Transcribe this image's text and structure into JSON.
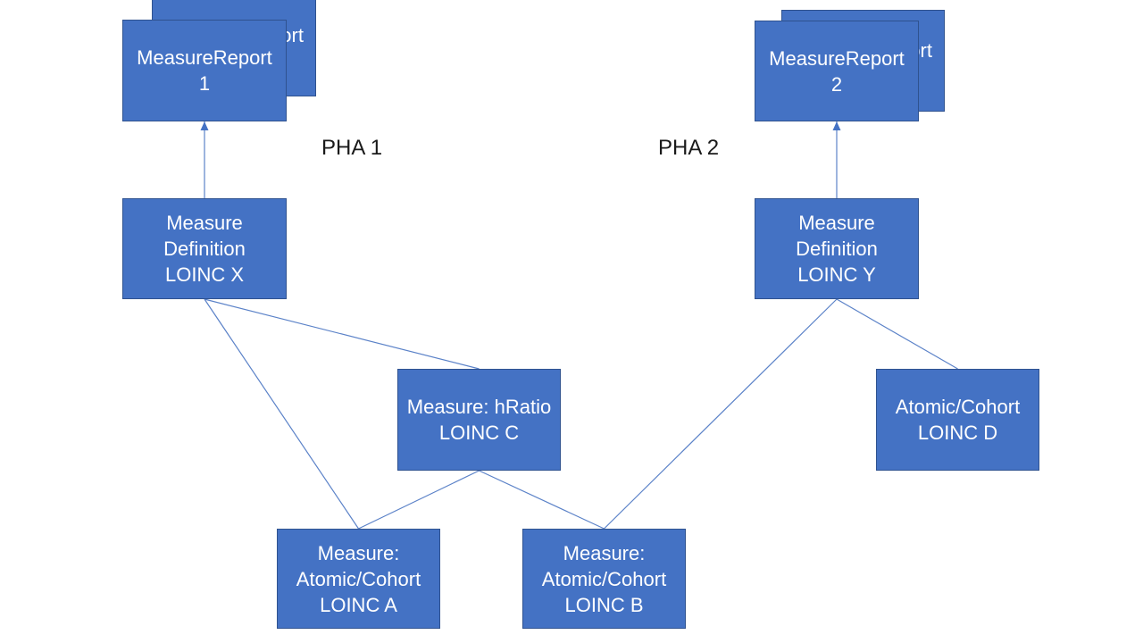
{
  "diagram": {
    "labels": {
      "pha1": "PHA 1",
      "pha2": "PHA 2"
    },
    "nodes": {
      "mr1b": {
        "lines": [
          "MeasureReport"
        ]
      },
      "mr1": {
        "lines": [
          "MeasureReport",
          "1"
        ]
      },
      "mr2b": {
        "lines": [
          "MeasureReport"
        ]
      },
      "mr2": {
        "lines": [
          "MeasureReport",
          "2"
        ]
      },
      "mdx": {
        "lines": [
          "Measure",
          "Definition",
          "LOINC X"
        ]
      },
      "mdy": {
        "lines": [
          "Measure",
          "Definition",
          "LOINC Y"
        ]
      },
      "hratio": {
        "lines": [
          "Measure: hRatio",
          "LOINC C"
        ]
      },
      "atomicD": {
        "lines": [
          "Atomic/Cohort",
          "LOINC D"
        ]
      },
      "mA": {
        "lines": [
          "Measure:",
          "Atomic/Cohort",
          "LOINC A"
        ]
      },
      "mB": {
        "lines": [
          "Measure:",
          "Atomic/Cohort",
          "LOINC B"
        ]
      }
    },
    "edges": [
      {
        "from": "mdx",
        "fromAnchor": "top",
        "to": "mr1",
        "toAnchor": "bottom",
        "arrow": true
      },
      {
        "from": "mdy",
        "fromAnchor": "top",
        "to": "mr2",
        "toAnchor": "bottom",
        "arrow": true
      },
      {
        "from": "mdx",
        "fromAnchor": "bottom",
        "to": "hratio",
        "toAnchor": "top",
        "arrow": false
      },
      {
        "from": "mdx",
        "fromAnchor": "bottom",
        "to": "mA",
        "toAnchor": "top",
        "arrow": false
      },
      {
        "from": "hratio",
        "fromAnchor": "bottom",
        "to": "mA",
        "toAnchor": "top",
        "arrow": false
      },
      {
        "from": "hratio",
        "fromAnchor": "bottom",
        "to": "mB",
        "toAnchor": "top",
        "arrow": false
      },
      {
        "from": "mdy",
        "fromAnchor": "bottom",
        "to": "mB",
        "toAnchor": "top",
        "arrow": false
      },
      {
        "from": "mdy",
        "fromAnchor": "bottom",
        "to": "atomicD",
        "toAnchor": "top",
        "arrow": false
      }
    ],
    "colors": {
      "box_fill": "#4472C4",
      "box_border": "#2F528F",
      "connector": "#5B82C8",
      "arrow": "#4472C4",
      "box_text": "#FFFFFF",
      "label_text": "#1A1A1A",
      "background": "#FFFFFF"
    }
  }
}
